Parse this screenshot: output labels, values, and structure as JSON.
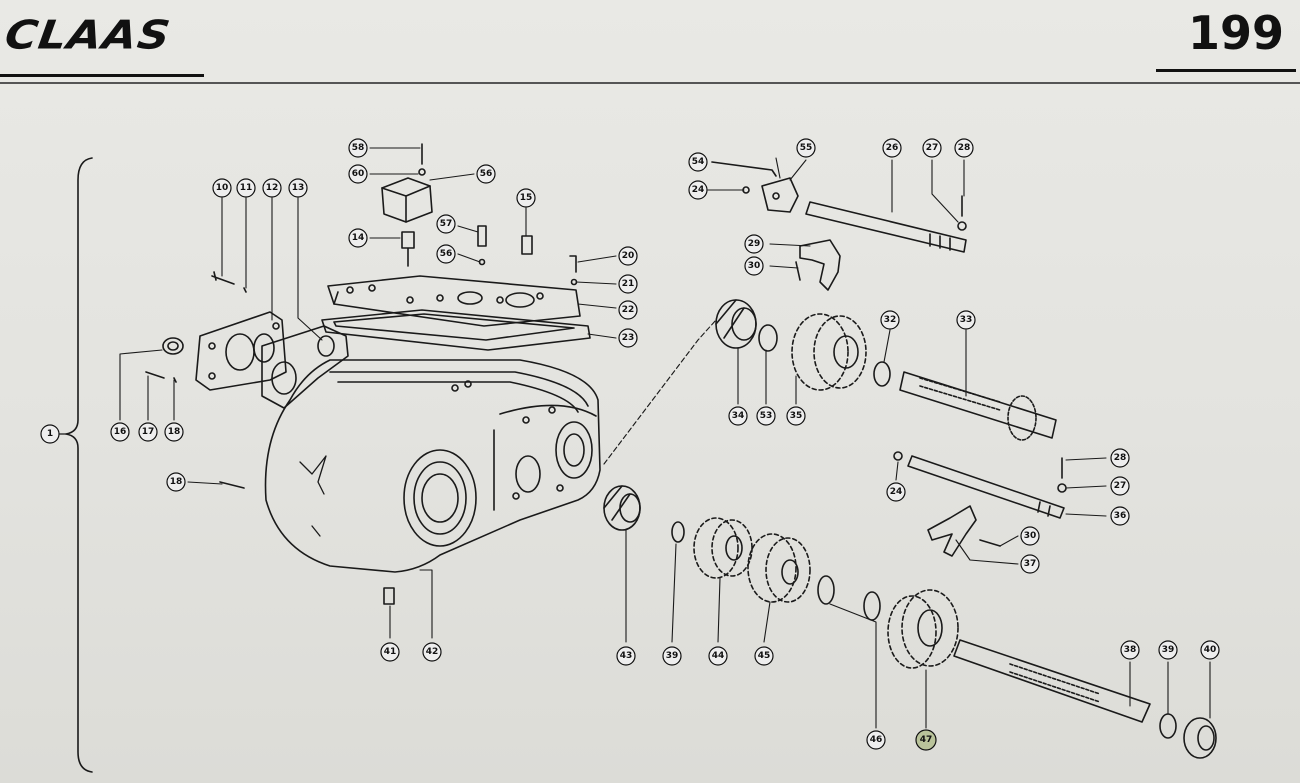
{
  "header": {
    "brand": "CLAAS",
    "page_number": "199"
  },
  "callouts": {
    "c1": "1",
    "c10": "10",
    "c11": "11",
    "c12": "12",
    "c13": "13",
    "c14": "14",
    "c15": "15",
    "c16": "16",
    "c17": "17",
    "c18a": "18",
    "c18b": "18",
    "c20": "20",
    "c21": "21",
    "c22": "22",
    "c23": "23",
    "c24a": "24",
    "c24b": "24",
    "c26": "26",
    "c27a": "27",
    "c27b": "27",
    "c28a": "28",
    "c28b": "28",
    "c29": "29",
    "c30a": "30",
    "c30b": "30",
    "c32": "32",
    "c33": "33",
    "c34": "34",
    "c53": "53",
    "c35": "35",
    "c36": "36",
    "c37": "37",
    "c38": "38",
    "c39a": "39",
    "c39b": "39",
    "c40": "40",
    "c41": "41",
    "c42": "42",
    "c43": "43",
    "c44": "44",
    "c45": "45",
    "c46": "46",
    "c47": "47",
    "c54": "54",
    "c55": "55",
    "c56a": "56",
    "c56b": "56",
    "c57": "57",
    "c58": "58",
    "c60": "60"
  }
}
